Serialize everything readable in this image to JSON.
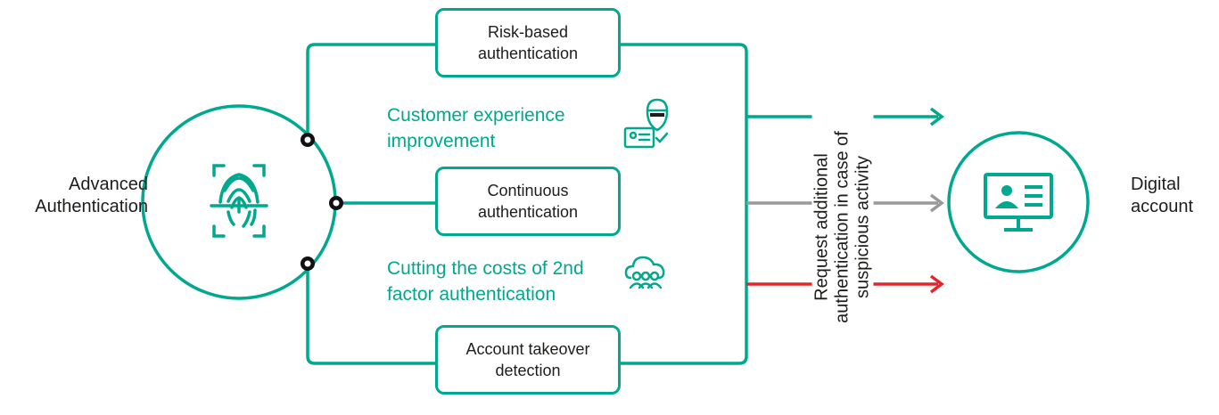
{
  "left_node": {
    "label_line1": "Advanced",
    "label_line2": "Authentication",
    "icon": "fingerprint-scan-icon"
  },
  "right_node": {
    "label_line1": "Digital",
    "label_line2": "account",
    "icon": "monitor-profile-card-icon"
  },
  "methods": [
    {
      "line1": "Risk-based",
      "line2": "authentication"
    },
    {
      "line1": "Continuous",
      "line2": "authentication"
    },
    {
      "line1": "Account takeover",
      "line2": "detection"
    }
  ],
  "benefits": [
    {
      "line1": "Customer experience",
      "line2": "improvement",
      "icon": "masked-hacker-id-card-icon"
    },
    {
      "line1": "Cutting the costs of 2nd",
      "line2": "factor authentication",
      "icon": "cloud-users-icon"
    }
  ],
  "outcome_label": {
    "line1": "Request additional",
    "line2": "authentication in case of",
    "line3": "suspicious activity"
  },
  "colors": {
    "accent": "#00a88e",
    "neutral_arrow": "#999999",
    "alert_arrow": "#e3262b"
  }
}
